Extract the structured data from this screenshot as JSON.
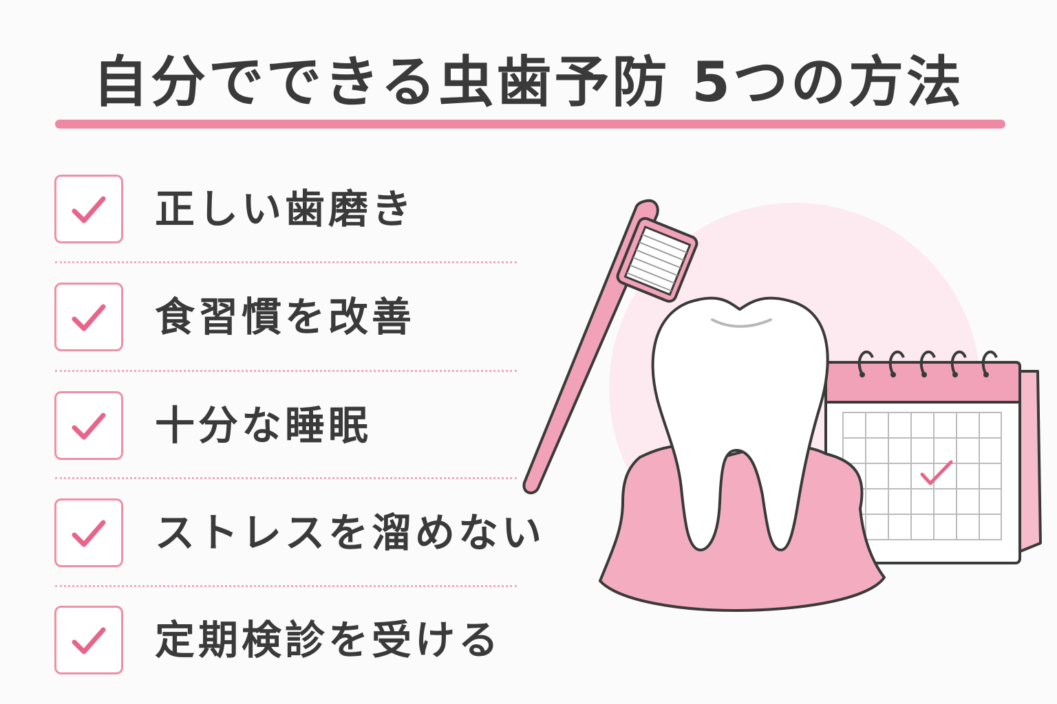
{
  "title": "自分でできる虫歯予防 5つの方法",
  "items": [
    {
      "label": "正しい歯磨き"
    },
    {
      "label": "食習慣を改善"
    },
    {
      "label": "十分な睡眠"
    },
    {
      "label": "ストレスを溜めない"
    },
    {
      "label": "定期検診を受ける"
    }
  ],
  "icons": {
    "check": "check-icon",
    "toothbrush": "toothbrush-icon",
    "tooth": "tooth-icon",
    "gum": "gum-icon",
    "calendar": "calendar-icon"
  },
  "colors": {
    "accent_pink": "#ef88a3",
    "gum_pink": "#f4adc0",
    "text_dark": "#3a3a3a",
    "background": "#fbfbfb",
    "circle_bg": "#fdeaf0"
  }
}
